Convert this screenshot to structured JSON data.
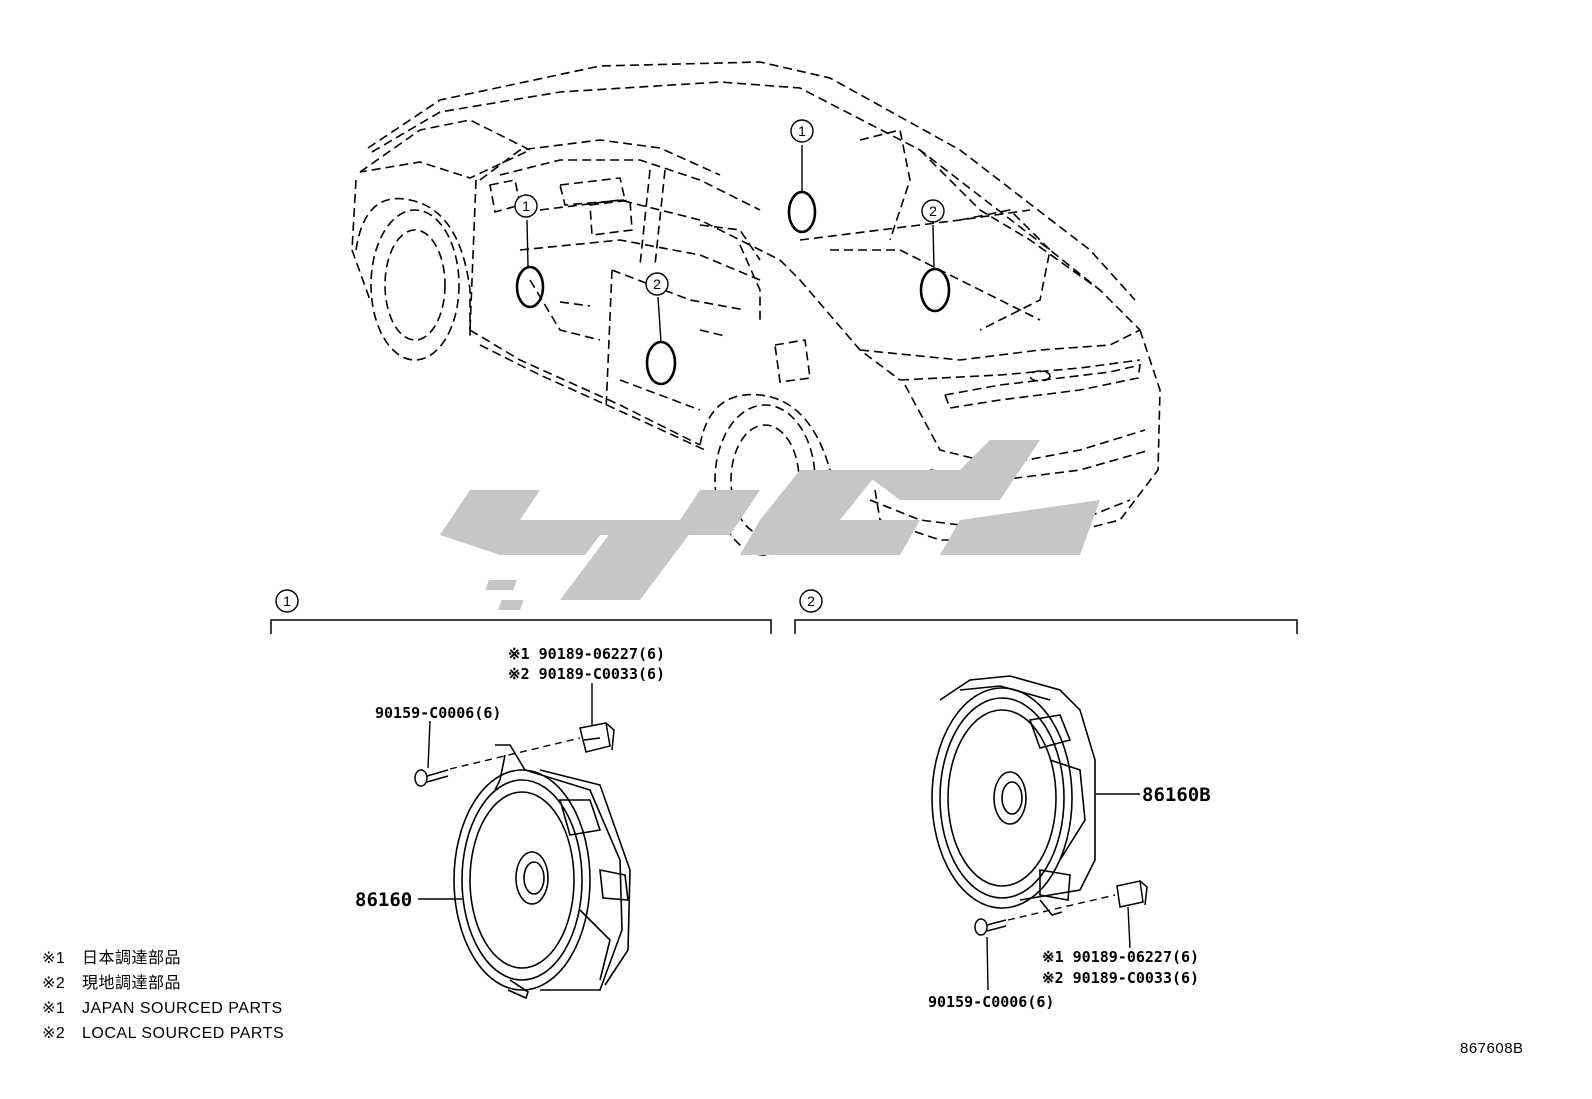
{
  "callouts": {
    "one": "1",
    "two": "2"
  },
  "watermark": {
    "text": "مجد",
    "color": "#c8c8c8"
  },
  "group_1": {
    "clip_note_1": "※1 90189-06227(6)",
    "clip_note_2": "※2 90189-C0033(6)",
    "screw_label": "90159-C0006(6)",
    "speaker_label": "86160"
  },
  "group_2": {
    "speaker_label": "86160B",
    "clip_note_1": "※1 90189-06227(6)",
    "clip_note_2": "※2 90189-C0033(6)",
    "screw_label": "90159-C0006(6)"
  },
  "legend": [
    {
      "mark": "※1",
      "text": "日本調達部品"
    },
    {
      "mark": "※2",
      "text": "現地調達部品"
    },
    {
      "mark": "※1",
      "text": "JAPAN SOURCED PARTS"
    },
    {
      "mark": "※2",
      "text": "LOCAL SOURCED PARTS"
    }
  ],
  "document_number": "867608B"
}
